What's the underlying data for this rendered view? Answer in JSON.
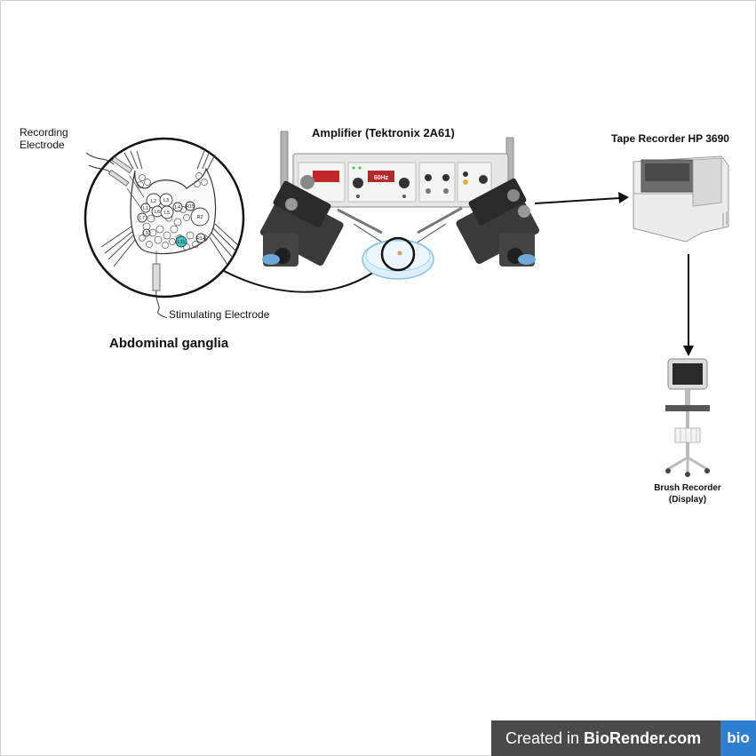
{
  "labels": {
    "recording_electrode": "Recording\nElectrode",
    "stimulating_electrode": "Stimulating Electrode",
    "abdominal_ganglia": "Abdominal ganglia",
    "amplifier": "Amplifier (Tektronix 2A61)",
    "tape_recorder": "Tape Recorder HP 3690",
    "brush_recorder": "Brush Recorder\n(Display)"
  },
  "amplifier_panel": {
    "filter_display": "60Hz"
  },
  "neurons": [
    "L2",
    "L3",
    "L1",
    "L6",
    "L5",
    "L4",
    "L7",
    "L10",
    "R2",
    "R15",
    "R14",
    "L11"
  ],
  "badge": {
    "prefix": "Created in ",
    "brand": "BioRender.com",
    "logo": "bio"
  },
  "colors": {
    "badge_bg": "#4a4a4a",
    "logo_bg": "#2f7fd0",
    "highlight_neuron": "#3fc8c0",
    "led": "#c0282a"
  }
}
